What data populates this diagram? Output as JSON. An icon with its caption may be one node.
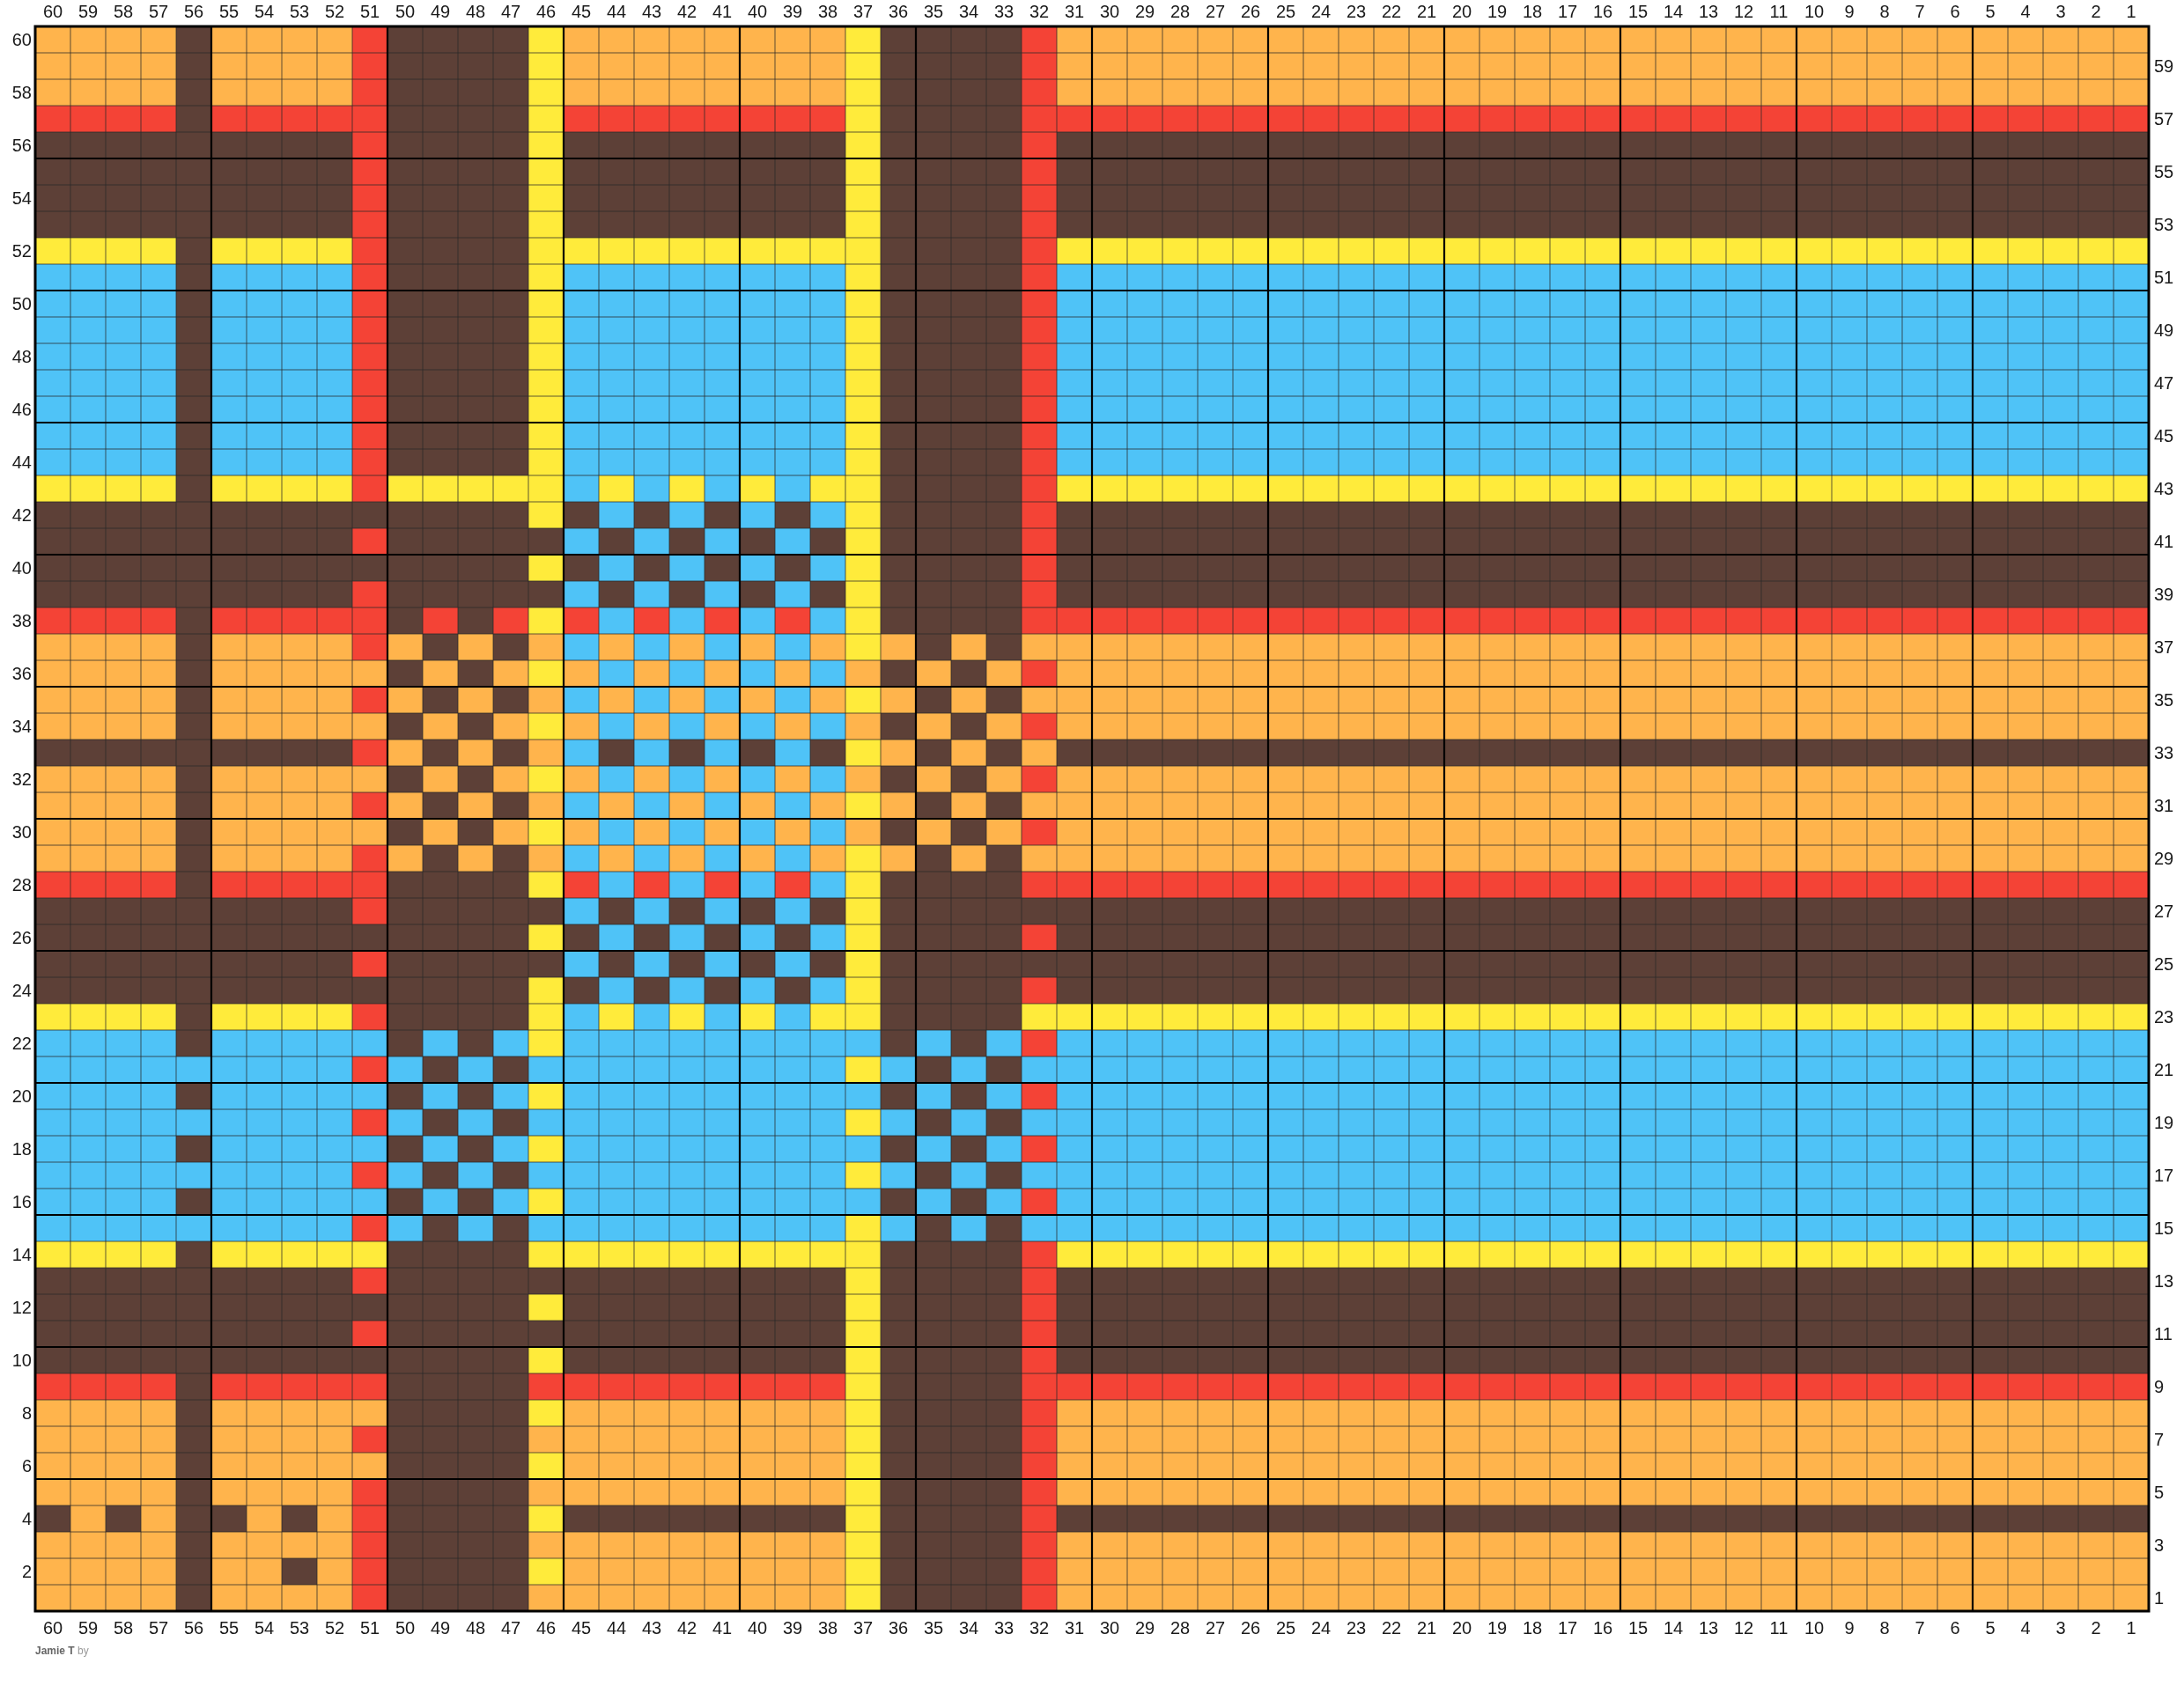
{
  "diagram": {
    "labels": [
      "60",
      "59",
      "58",
      "57",
      "56",
      "55",
      "54",
      "53",
      "52",
      "51",
      "50",
      "49",
      "48",
      "47",
      "46",
      "45",
      "44",
      "43",
      "42",
      "41",
      "40",
      "39",
      "38",
      "37",
      "36",
      "35",
      "34",
      "33",
      "32",
      "31",
      "30",
      "29",
      "28",
      "27",
      "26",
      "25",
      "24",
      "23",
      "22",
      "21",
      "20",
      "19",
      "18",
      "17",
      "16",
      "15",
      "14",
      "13",
      "12",
      "11",
      "10",
      "9",
      "8",
      "7",
      "6",
      "5",
      "4",
      "3",
      "2",
      "1",
      "60",
      "59",
      "58",
      "57",
      "56",
      "55",
      "54",
      "53",
      "52",
      "51",
      "50",
      "49",
      "48",
      "47",
      "46",
      "45",
      "44",
      "43",
      "42",
      "41",
      "40",
      "39",
      "38",
      "37",
      "36",
      "35",
      "34",
      "33",
      "32",
      "31",
      "30",
      "29",
      "28",
      "27",
      "26",
      "25",
      "24",
      "23",
      "22",
      "21",
      "20",
      "19",
      "18",
      "17",
      "16",
      "15",
      "14",
      "13",
      "12",
      "11",
      "10",
      "9",
      "8",
      "7",
      "6",
      "5",
      "4",
      "3",
      "2",
      "1",
      "60",
      "59",
      "58",
      "57",
      "56",
      "55",
      "54",
      "53",
      "52",
      "51",
      "50",
      "49",
      "48",
      "47",
      "46",
      "45",
      "44",
      "43",
      "42",
      "41",
      "40",
      "39",
      "38",
      "37",
      "36",
      "35",
      "34",
      "33",
      "32",
      "31",
      "30",
      "29",
      "28",
      "27",
      "26",
      "25",
      "24",
      "23",
      "22",
      "21",
      "20",
      "19",
      "18",
      "17",
      "16",
      "15",
      "14",
      "13",
      "12",
      "11",
      "10",
      "9",
      "8",
      "7",
      "6",
      "5",
      "4",
      "3",
      "2",
      "1",
      "**Jamie T** by"
    ]
  }
}
